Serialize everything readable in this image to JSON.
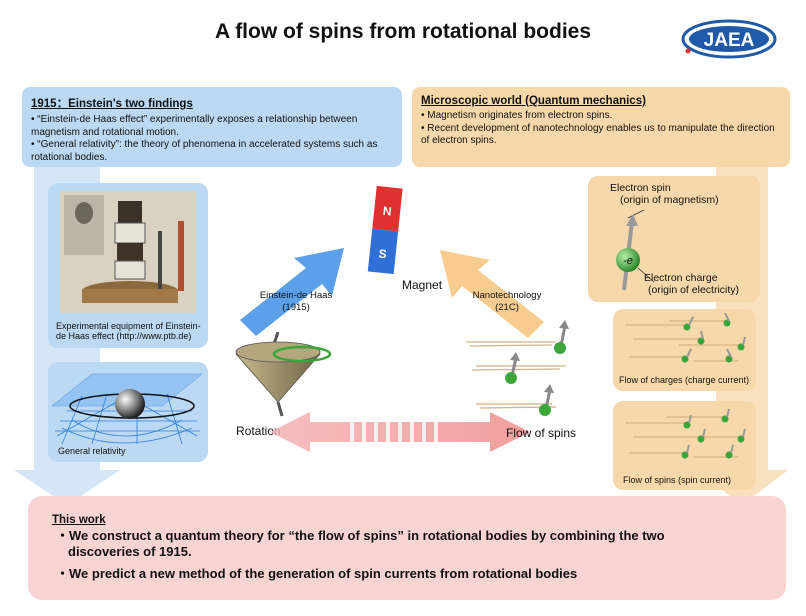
{
  "title": "A flow of spins from rotational bodies",
  "logo": {
    "text": "JAEA"
  },
  "left_box": {
    "heading": "1915：Einstein's two findings",
    "bullets": [
      "• “Einstein-de Haas effect” experimentally exposes a relationship between magnetism and rotational motion.",
      "• “General relativity”: the theory of phenomena in accelerated systems such as rotational bodies."
    ]
  },
  "right_box": {
    "heading": "Microscopic world (Quantum mechanics)",
    "bullets": [
      "• Magnetism originates from electron spins.",
      "• Recent development of nanotechnology enables us to manipulate the direction of electron spins."
    ]
  },
  "equipment_caption": "Experimental equipment of Einstein-de Haas effect  (http://www.ptb.de)",
  "gr_caption": "General relativity",
  "magnet": {
    "label": "Magnet",
    "north": "N",
    "south": "S"
  },
  "arrow_left_label_1": "Einstein-de Haas",
  "arrow_left_label_2": "(1915)",
  "arrow_right_label_1": "Nanotechnology",
  "arrow_right_label_2": "(21C)",
  "rotation_label": "Rotation",
  "flow_label": "Flow of spins",
  "electron": {
    "spin_label": "Electron spin",
    "spin_sub": "(origin of magnetism)",
    "charge_label": "Electron charge",
    "charge_sub": "(origin of electricity)",
    "symbol": "-e"
  },
  "charge_current_caption": "Flow of charges (charge current)",
  "spin_current_caption": "Flow of spins (spin current)",
  "this_work": {
    "heading": "This work",
    "line1a": "・We construct a quantum theory for “the flow of spins” in rotational bodies by combining the two",
    "line1b": "discoveries of 1915.",
    "line2": "・We predict a new method of the generation of spin currents from rotational bodies"
  },
  "colors": {
    "blue_panel": "#bcd9f3",
    "orange_panel": "#f7d8ab",
    "pink_panel": "#fad3d3",
    "logo_blue": "#1f5aa8",
    "spin_green": "#3aa63a"
  }
}
